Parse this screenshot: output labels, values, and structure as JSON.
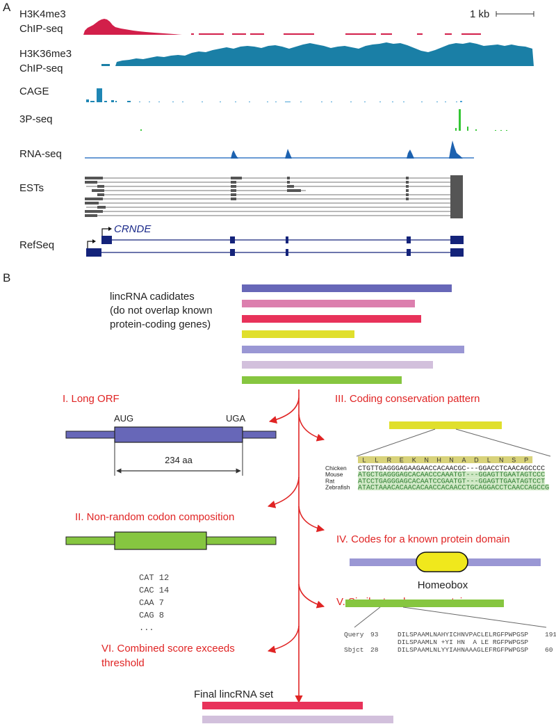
{
  "panel_a": {
    "label": "A",
    "scale_label": "1 kb",
    "tracks": [
      {
        "line1": "H3K4me3",
        "line2": "ChIP-seq",
        "color": "#d21f4a"
      },
      {
        "line1": "H3K36me3",
        "line2": "ChIP-seq",
        "color": "#1a7fa6"
      },
      {
        "line1": "CAGE",
        "line2": "",
        "color": "#1f86b4"
      },
      {
        "line1": "3P-seq",
        "line2": "",
        "color": "#34c634"
      },
      {
        "line1": "RNA-seq",
        "line2": "",
        "color": "#1d62b0"
      },
      {
        "line1": "ESTs",
        "line2": "",
        "color": "#333333"
      },
      {
        "line1": "RefSeq",
        "line2": "",
        "color": "#14237a"
      }
    ],
    "gene_name": "CRNDE"
  },
  "panel_b": {
    "label": "B",
    "candidates_text": [
      "lincRNA cadidates",
      "(do not overlap known",
      "protein-coding genes)"
    ],
    "candidate_colors": [
      "#6767b8",
      "#dc7fae",
      "#e8325a",
      "#e0df2c",
      "#9a97d4",
      "#d2c0dc",
      "#86c640"
    ],
    "criteria": {
      "c1": "I. Long ORF",
      "c2": "II. Non-random codon composition",
      "c3": "III. Coding conservation pattern",
      "c4": "IV. Codes for a known protein domain",
      "c5": "V. Similar to a known protein",
      "c6a": "VI. Combined score exceeds",
      "c6b": "threshold"
    },
    "orf": {
      "start": "AUG",
      "stop": "UGA",
      "length": "234 aa"
    },
    "codons": [
      "CAT 12",
      "CAC 14",
      "CAA 7",
      "CAG 8",
      "..."
    ],
    "alignment": {
      "aa": [
        "L",
        "L",
        "R",
        "E",
        "K",
        "N",
        "H",
        "N",
        "A",
        "D",
        "L",
        "N",
        "S",
        "P"
      ],
      "rows": [
        {
          "species": "Chicken",
          "seq": "CTGTTGAGGGAGAAGAACCACAACGC---GGACCTCAACAGCCCC"
        },
        {
          "species": "Mouse",
          "seq": "ATGCTGAGGGAGCACAACCCAAATGT---GGAGTTGAATAGTCCC"
        },
        {
          "species": "Rat",
          "seq": "ATCCTGAGGGAGCACAATCCGAATGT---GGAGTTGAATAGTCCT"
        },
        {
          "species": "Zebrafish",
          "seq": "ATACTAAACACAACACAACCACAACCTGCAGGACCTCAACCAGCCG"
        }
      ]
    },
    "domain_name": "Homeobox",
    "blast": [
      {
        "label": "Query",
        "start": "93",
        "seq": "DILSPAAMLNAHYICHNVPACLELRGFPWPGSP",
        "end": "191"
      },
      {
        "label": "",
        "start": "",
        "seq": "DILSPAAMLN +YI HN  A LE RGFPWPGSP",
        "end": ""
      },
      {
        "label": "Sbjct",
        "start": "28",
        "seq": "DILSPAAMLNLYYIAHNAAAGLEFRGFPWPGSP",
        "end": "60"
      }
    ],
    "final_label": "Final lincRNA set",
    "final_colors": [
      "#e8325a",
      "#d2c0dc"
    ]
  }
}
